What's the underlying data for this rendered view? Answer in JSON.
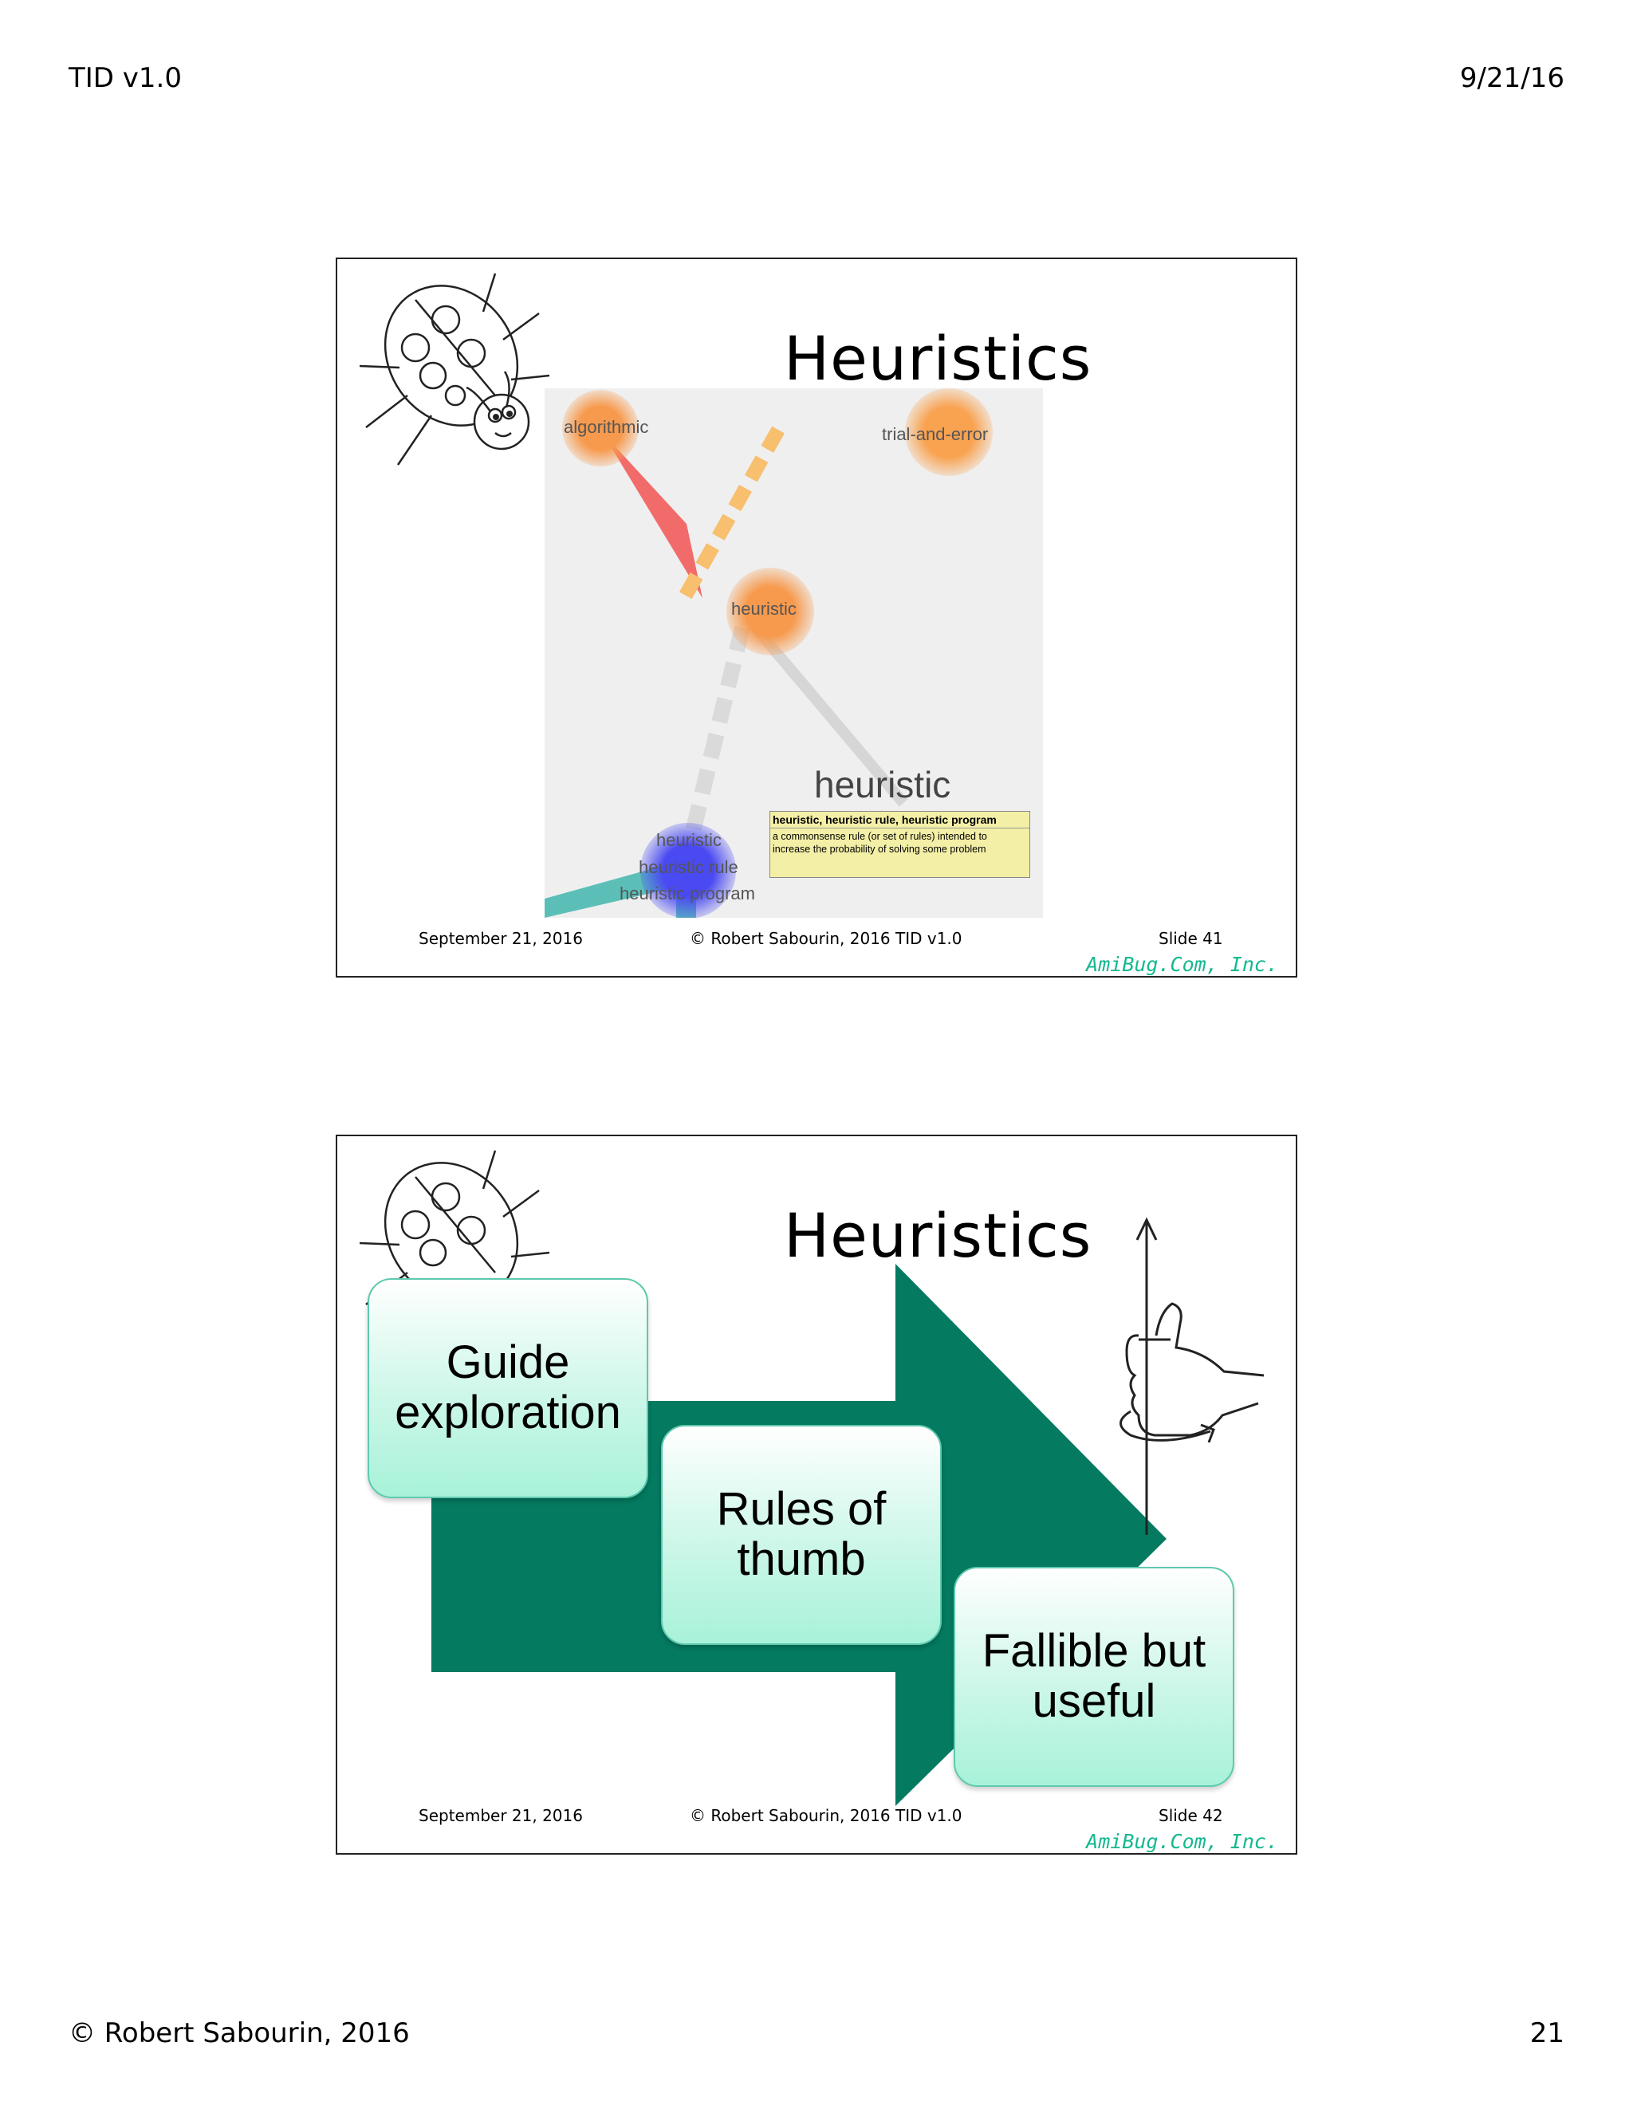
{
  "page": {
    "header_left": "TID v1.0",
    "header_right": "9/21/16",
    "footer_left": "© Robert Sabourin, 2016",
    "footer_right": "21"
  },
  "slides": [
    {
      "title": "Heuristics",
      "footer_date": "September 21, 2016",
      "footer_copyright": "© Robert Sabourin, 2016 TID v1.0",
      "footer_slide": "Slide 41",
      "brand": "AmiBug.Com, Inc.",
      "graph": {
        "nodes": {
          "algorithmic": "algorithmic",
          "trial_and_error": "trial-and-error",
          "heuristic": "heuristic",
          "heuristic_lower": "heuristic",
          "heuristic_rule": "heuristic rule",
          "heuristic_program": "heuristic program"
        },
        "big_word": "heuristic",
        "definition_header": "heuristic, heuristic rule, heuristic program",
        "definition_text": "a commonsense rule (or set of rules) intended to increase the probability of solving some problem"
      }
    },
    {
      "title": "Heuristics",
      "footer_date": "September 21, 2016",
      "footer_copyright": "© Robert Sabourin, 2016 TID v1.0",
      "footer_slide": "Slide 42",
      "brand": "AmiBug.Com, Inc.",
      "boxes": [
        "Guide exploration",
        "Rules of thumb",
        "Fallible but useful"
      ],
      "colors": {
        "arrow": "#047a60",
        "box_border": "#5ec9ad",
        "box_fill": "#ccf7e8"
      }
    }
  ]
}
